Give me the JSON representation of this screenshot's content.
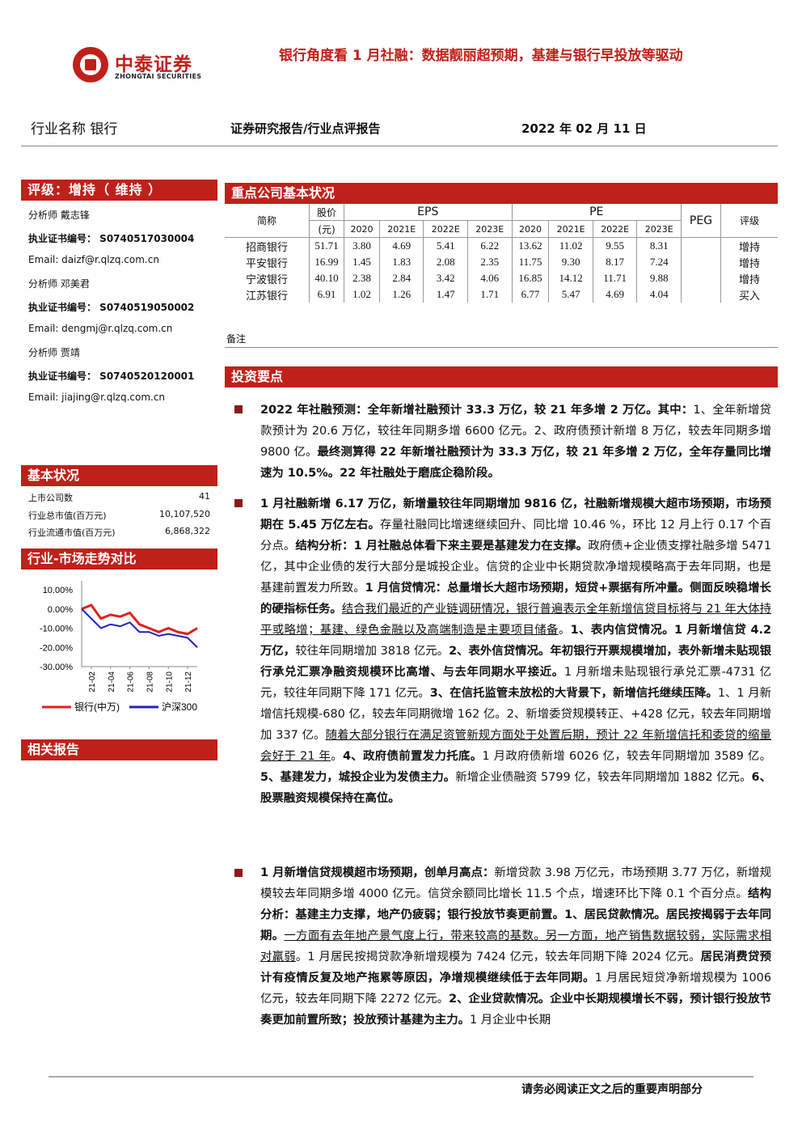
{
  "header": {
    "logo_cn": "中泰证券",
    "logo_en": "ZHONGTAI SECURITIES",
    "title": "银行角度看 1 月社融：数据靓丽超预期，基建与银行早投放等驱动",
    "industry": "行业名称  银行",
    "report_type": "证券研究报告/行业点评报告",
    "date": "2022 年 02 月 11 日"
  },
  "rating": {
    "label": "评级：增持（  维持  ）"
  },
  "analysts": [
    {
      "name": "分析师  戴志锋",
      "cert": "执业证书编号：  S0740517030004",
      "email": "Email:  daizf@r.qlzq.com.cn"
    },
    {
      "name": "分析师  邓美君",
      "cert": "执业证书编号：  S0740519050002",
      "email": "Email:  dengmj@r.qlzq.com.cn"
    },
    {
      "name": "分析师  贾靖",
      "cert": "执业证书编号：  S0740520120001",
      "email": "Email:  jiajing@r.qlzq.com.cn"
    }
  ],
  "basic": {
    "title": "基本状况",
    "rows": [
      {
        "label": "上市公司数",
        "value": "41"
      },
      {
        "label": "行业总市值(百万元)",
        "value": "10,107,520"
      },
      {
        "label": "行业流通市值(百万元)",
        "value": "6,868,322"
      }
    ]
  },
  "trend": {
    "title": "行业-市场走势对比"
  },
  "related": {
    "title": "相关报告"
  },
  "key_companies": {
    "title": "重点公司基本状况",
    "col_name": "简称",
    "col_price_1": "股价",
    "col_price_2": "(元)",
    "eps": "EPS",
    "pe": "PE",
    "peg": "PEG",
    "rating": "评级",
    "years": [
      "2020",
      "2021E",
      "2022E",
      "2023E"
    ],
    "rows": [
      {
        "name": "招商银行",
        "price": "51.71",
        "eps": [
          "3.80",
          "4.69",
          "5.41",
          "6.22"
        ],
        "pe": [
          "13.62",
          "11.02",
          "9.55",
          "8.31"
        ],
        "rating": "增持"
      },
      {
        "name": "平安银行",
        "price": "16.99",
        "eps": [
          "1.45",
          "1.83",
          "2.08",
          "2.35"
        ],
        "pe": [
          "11.75",
          "9.30",
          "8.17",
          "7.24"
        ],
        "rating": "增持"
      },
      {
        "name": "宁波银行",
        "price": "40.10",
        "eps": [
          "2.38",
          "2.84",
          "3.42",
          "4.06"
        ],
        "pe": [
          "16.85",
          "14.12",
          "11.71",
          "9.88"
        ],
        "rating": "增持"
      },
      {
        "name": "江苏银行",
        "price": "6.91",
        "eps": [
          "1.02",
          "1.26",
          "1.47",
          "1.71"
        ],
        "pe": [
          "6.77",
          "5.47",
          "4.69",
          "4.04"
        ],
        "rating": "买入"
      }
    ],
    "note": "备注"
  },
  "invest": {
    "title": "投资要点"
  },
  "paragraphs": [
    "<b>2022 年社融预测：全年新增社融预计 33.3 万亿，较 21 年多增 2 万亿。其中：</b>1、全年新增贷款预计为 20.6 万亿，较往年同期多增 6600 亿元。2、政府债预计新增 8 万亿，较去年同期多增 9800 亿。<b>最终测算得 22 年新增社融预计为 33.3 万亿，较 21 年多增 2 万亿，全年存量同比增速为 10.5%。22 年社融处于磨底企稳阶段。</b>",
    "<b>1 月社融新增 6.17 万亿，新增量较往年同期增加 9816 亿，社融新增规模大超市场预期，市场预期在 5.45 万亿左右。</b>存量社融同比增速继续回升、同比增 10.46 %，环比 12 月上行 0.17 个百分点。<b>结构分析：1 月社融总体看下来主要是基建发力在支撑。</b>政府债+企业债支撑社融多增 5471 亿，其中企业债的发行大部分是城投企业。信贷的企业中长期贷款净增规模略高于去年同期，也是基建前置发力所致。<b>1 月信贷情况：总量增长大超市场预期，短贷+票据有所冲量。侧面反映稳增长的硬指标任务。</b><span class=\"ul\">结合我们最近的产业链调研情况，银行普遍表示全年新增信贷目标将与 21 年大体持平或略增；基建、绿色金融以及高端制造是主要项目储备</span>。<b>1、表内信贷情况。1 月新增信贷 4.2 万亿，</b>较往年同期增加 3818 亿元。<b>2、表外信贷情况。年初银行开票规模增加，表外新增未贴现银行承兑汇票净融资规模环比高增、与去年同期水平接近。</b>1 月新增未贴现银行承兑汇票-4731 亿元，较往年同期下降 171 亿元。<b>3、在信托监管未放松的大背景下，新增信托继续压降。</b>1、1 月新增信托规模-680 亿，较去年同期微增 162 亿。2、新增委贷规模转正、+428 亿元，较去年同期增加 337 亿。<span class=\"ul\">随着大部分银行在满足资管新规方面处于处置后期，预计 22 年新增信托和委贷的缩量会好于 21 年</span>。<b>4、政府债前置发力托底。</b>1 月政府债新增 6026 亿，较去年同期增加 3589 亿。<b>5、基建发力，城投企业为发债主力。</b>新增企业债融资 5799 亿，较去年同期增加 1882 亿元。<b>6、股票融资规模保持在高位。</b>",
    "<b>1 月新增信贷规模超市场预期，创单月高点：</b>新增贷款 3.98 万亿元，市场预期 3.77 万亿，新增规模较去年同期多增 4000 亿元。信贷余额同比增长 11.5 个点，增速环比下降 0.1 个百分点。<b>结构分析：基建主力支撑，地产仍疲弱；银行投放节奏更前置。1、居民贷款情况。居民按揭弱于去年同期。</b><span class=\"ul\">一方面有去年地产景气度上行，带来较高的基数。另一方面，地产销售数据较弱，实际需求相对羸弱</span>。1 月居民按揭贷款净新增规模为 7424 亿元，较去年同期下降 2024 亿元。<b>居民消费贷预计有疫情反复及地产拖累等原因，净增规模继续低于去年同期。</b>1 月居民短贷净新增规模为 1006 亿元，较去年同期下降 2272 亿元。<b>2、企业贷款情况。企业中长期规模增长不弱，预计银行投放节奏更加前置所致；投放预计基建为主力。</b>1 月企业中长期"
  ],
  "chart_data": {
    "type": "line",
    "x": [
      "21-01",
      "21-02",
      "21-03",
      "21-04",
      "21-05",
      "21-06",
      "21-07",
      "21-08",
      "21-09",
      "21-10",
      "21-11",
      "21-12",
      "22-01"
    ],
    "xticks": [
      "21-02",
      "21-04",
      "21-06",
      "21-08",
      "21-10",
      "21-12"
    ],
    "yticks": [
      "10.00%",
      "0.00%",
      "-10.00%",
      "-20.00%",
      "-30.00%"
    ],
    "ylim": [
      -30,
      10
    ],
    "series": [
      {
        "name": "银行(中万)",
        "color": "#e02020",
        "values": [
          0,
          2,
          -5,
          -3,
          -4,
          -2,
          -8,
          -10,
          -12,
          -10,
          -12,
          -13,
          -10
        ]
      },
      {
        "name": "沪深300",
        "color": "#2020c0",
        "values": [
          0,
          -5,
          -10,
          -8,
          -9,
          -7,
          -12,
          -12,
          -14,
          -13,
          -14,
          -15,
          -20
        ]
      }
    ]
  },
  "footer": {
    "disclaimer": "请务必阅读正文之后的重要声明部分"
  }
}
